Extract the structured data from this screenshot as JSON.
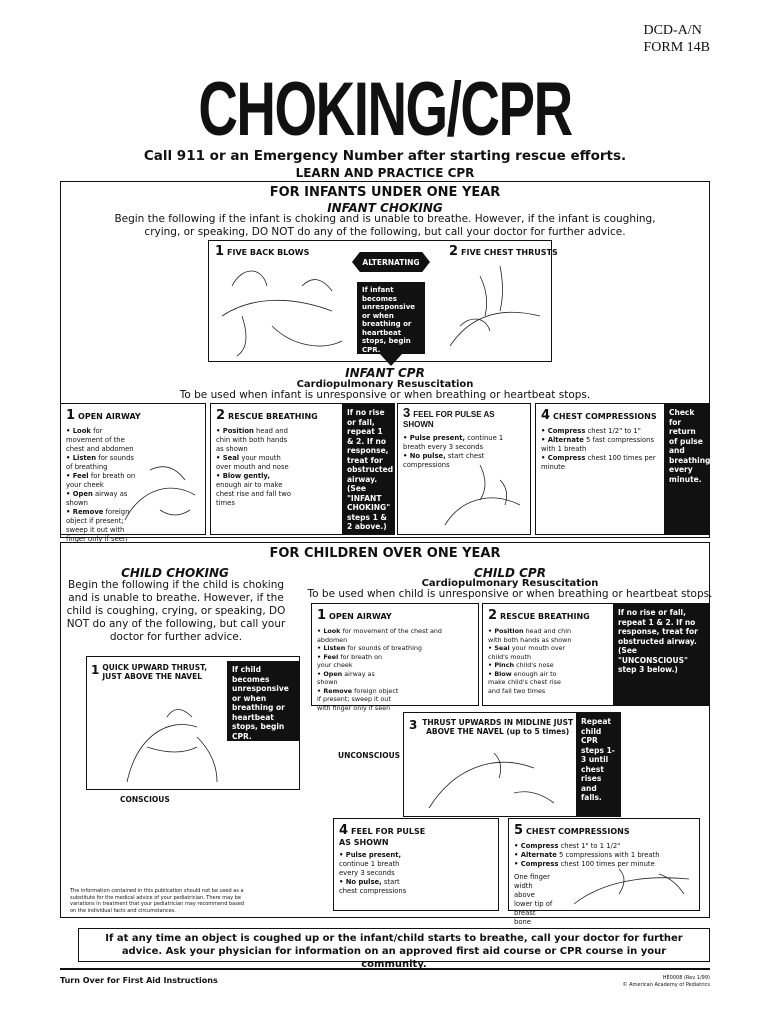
{
  "form": {
    "line1": "DCD-A/N",
    "line2": "FORM 14B"
  },
  "title": "CHOKING/CPR",
  "subtitle": "Call 911 or an Emergency Number after starting rescue efforts.",
  "learn": "LEARN AND PRACTICE CPR",
  "infant": {
    "heading": "FOR INFANTS UNDER ONE YEAR",
    "choking_title": "INFANT CHOKING",
    "intro": "Begin the following if the infant is choking and is unable to breathe. However, if the infant is coughing, crying, or speaking, DO NOT do any of the following, but call your doctor for further advice.",
    "step1_num": "1",
    "step1": "FIVE BACK BLOWS",
    "alternating": "ALTERNATING",
    "step2_num": "2",
    "step2": "FIVE CHEST THRUSTS",
    "cpr_note": "If infant becomes unresponsive or when breathing or heartbeat stops, begin CPR.",
    "cpr_title": "INFANT CPR",
    "cpr_sub": "Cardiopulmonary Resuscitation",
    "cpr_use": "To be used when infant is unresponsive or when breathing or heartbeat stops.",
    "panels": [
      {
        "num": "1",
        "title": "OPEN AIRWAY",
        "items": [
          [
            "Look",
            "for movement of the chest and abdomen"
          ],
          [
            "Listen",
            "for sounds of breathing"
          ],
          [
            "Feel",
            "for breath on your cheek"
          ],
          [
            "Open",
            "airway as shown"
          ],
          [
            "Remove",
            "foreign object if present; sweep it out with finger only if seen"
          ]
        ]
      },
      {
        "num": "2",
        "title": "RESCUE BREATHING",
        "items": [
          [
            "Position",
            "head and chin with both hands as shown"
          ],
          [
            "Seal",
            "your mouth over mouth and nose"
          ],
          [
            "Blow gently,",
            "enough air to make chest rise and fall two times"
          ]
        ],
        "note": "If no rise or fall, repeat 1 & 2. If no response, treat for obstructed airway. (See \"INFANT CHOKING\" steps 1 & 2 above.)"
      },
      {
        "num": "3",
        "title": "FEEL FOR PULSE AS SHOWN",
        "items": [
          [
            "Pulse present,",
            "continue 1 breath every 3 seconds"
          ],
          [
            "No pulse,",
            "start chest compressions"
          ]
        ]
      },
      {
        "num": "4",
        "title": "CHEST COMPRESSIONS",
        "items": [
          [
            "Compress",
            "chest 1/2\" to 1\""
          ],
          [
            "Alternate",
            "5 fast compressions with 1 breath"
          ],
          [
            "Compress",
            "chest 100 times per minute"
          ]
        ],
        "note": "Check for return of pulse and breathing every minute."
      }
    ]
  },
  "child": {
    "heading": "FOR CHILDREN OVER ONE YEAR",
    "choking_title": "CHILD CHOKING",
    "intro": "Begin the following if the child is choking and is unable to breathe. However, if the child is coughing, crying, or speaking, DO NOT do any of the following, but call your doctor for further advice.",
    "step1_num": "1",
    "step1": "QUICK UPWARD THRUST, JUST ABOVE THE NAVEL",
    "step1_note": "If child becomes unresponsive or when breathing or heartbeat stops, begin CPR.",
    "conscious": "CONSCIOUS",
    "unconscious": "UNCONSCIOUS",
    "cpr_title": "CHILD CPR",
    "cpr_sub": "Cardiopulmonary Resuscitation",
    "cpr_use": "To be used when child is unresponsive or when breathing or heartbeat stops.",
    "panels": [
      {
        "num": "1",
        "title": "OPEN AIRWAY",
        "items": [
          [
            "Look",
            "for movement of the chest and abdomen"
          ],
          [
            "Listen",
            "for sounds of breathing"
          ],
          [
            "Feel",
            "for breath on your cheek"
          ],
          [
            "Open",
            "airway as shown"
          ],
          [
            "Remove",
            "foreign object if present; sweep it out with finger only if seen"
          ]
        ]
      },
      {
        "num": "2",
        "title": "RESCUE BREATHING",
        "items": [
          [
            "Position",
            "head and chin with both hands as shown"
          ],
          [
            "Seal",
            "your mouth over child's mouth"
          ],
          [
            "Pinch",
            "child's nose"
          ],
          [
            "Blow",
            "enough air to make child's chest rise and fall two times"
          ]
        ],
        "note": "If no rise or fall, repeat 1 & 2. If no response, treat for obstructed airway. (See \"UNCONSCIOUS\" step 3 below.)"
      },
      {
        "num": "3",
        "title": "THRUST UPWARDS IN MIDLINE JUST ABOVE THE NAVEL (up to 5 times)",
        "note": "Repeat child CPR steps 1-3 until chest rises and falls."
      },
      {
        "num": "4",
        "title": "FEEL FOR PULSE AS SHOWN",
        "items": [
          [
            "Pulse present,",
            "continue 1 breath every 3 seconds"
          ],
          [
            "No pulse,",
            "start chest compressions"
          ]
        ]
      },
      {
        "num": "5",
        "title": "CHEST COMPRESSIONS",
        "items": [
          [
            "Compress",
            "chest 1\" to 1 1/2\""
          ],
          [
            "Alternate",
            "5 compressions with 1 breath"
          ],
          [
            "Compress",
            "chest 100 times per minute"
          ]
        ],
        "extra": "One finger width above lower tip of breast bone"
      }
    ],
    "disclaimer": "The information contained in this publication should not be used as a substitute for the medical advice of your pediatrician. There may be variations in treatment that your pediatrician may recommend based on the individual facts and circumstances."
  },
  "footer_note": "If at any time an object is coughed up or the infant/child starts to breathe, call your doctor for further advice. Ask your physician for information on an approved first aid course or CPR course in your community.",
  "turn_over": "Turn Over for First Aid Instructions",
  "code": "HE0008 (Rev 1/99)",
  "copyright": "© American Academy of Pediatrics"
}
